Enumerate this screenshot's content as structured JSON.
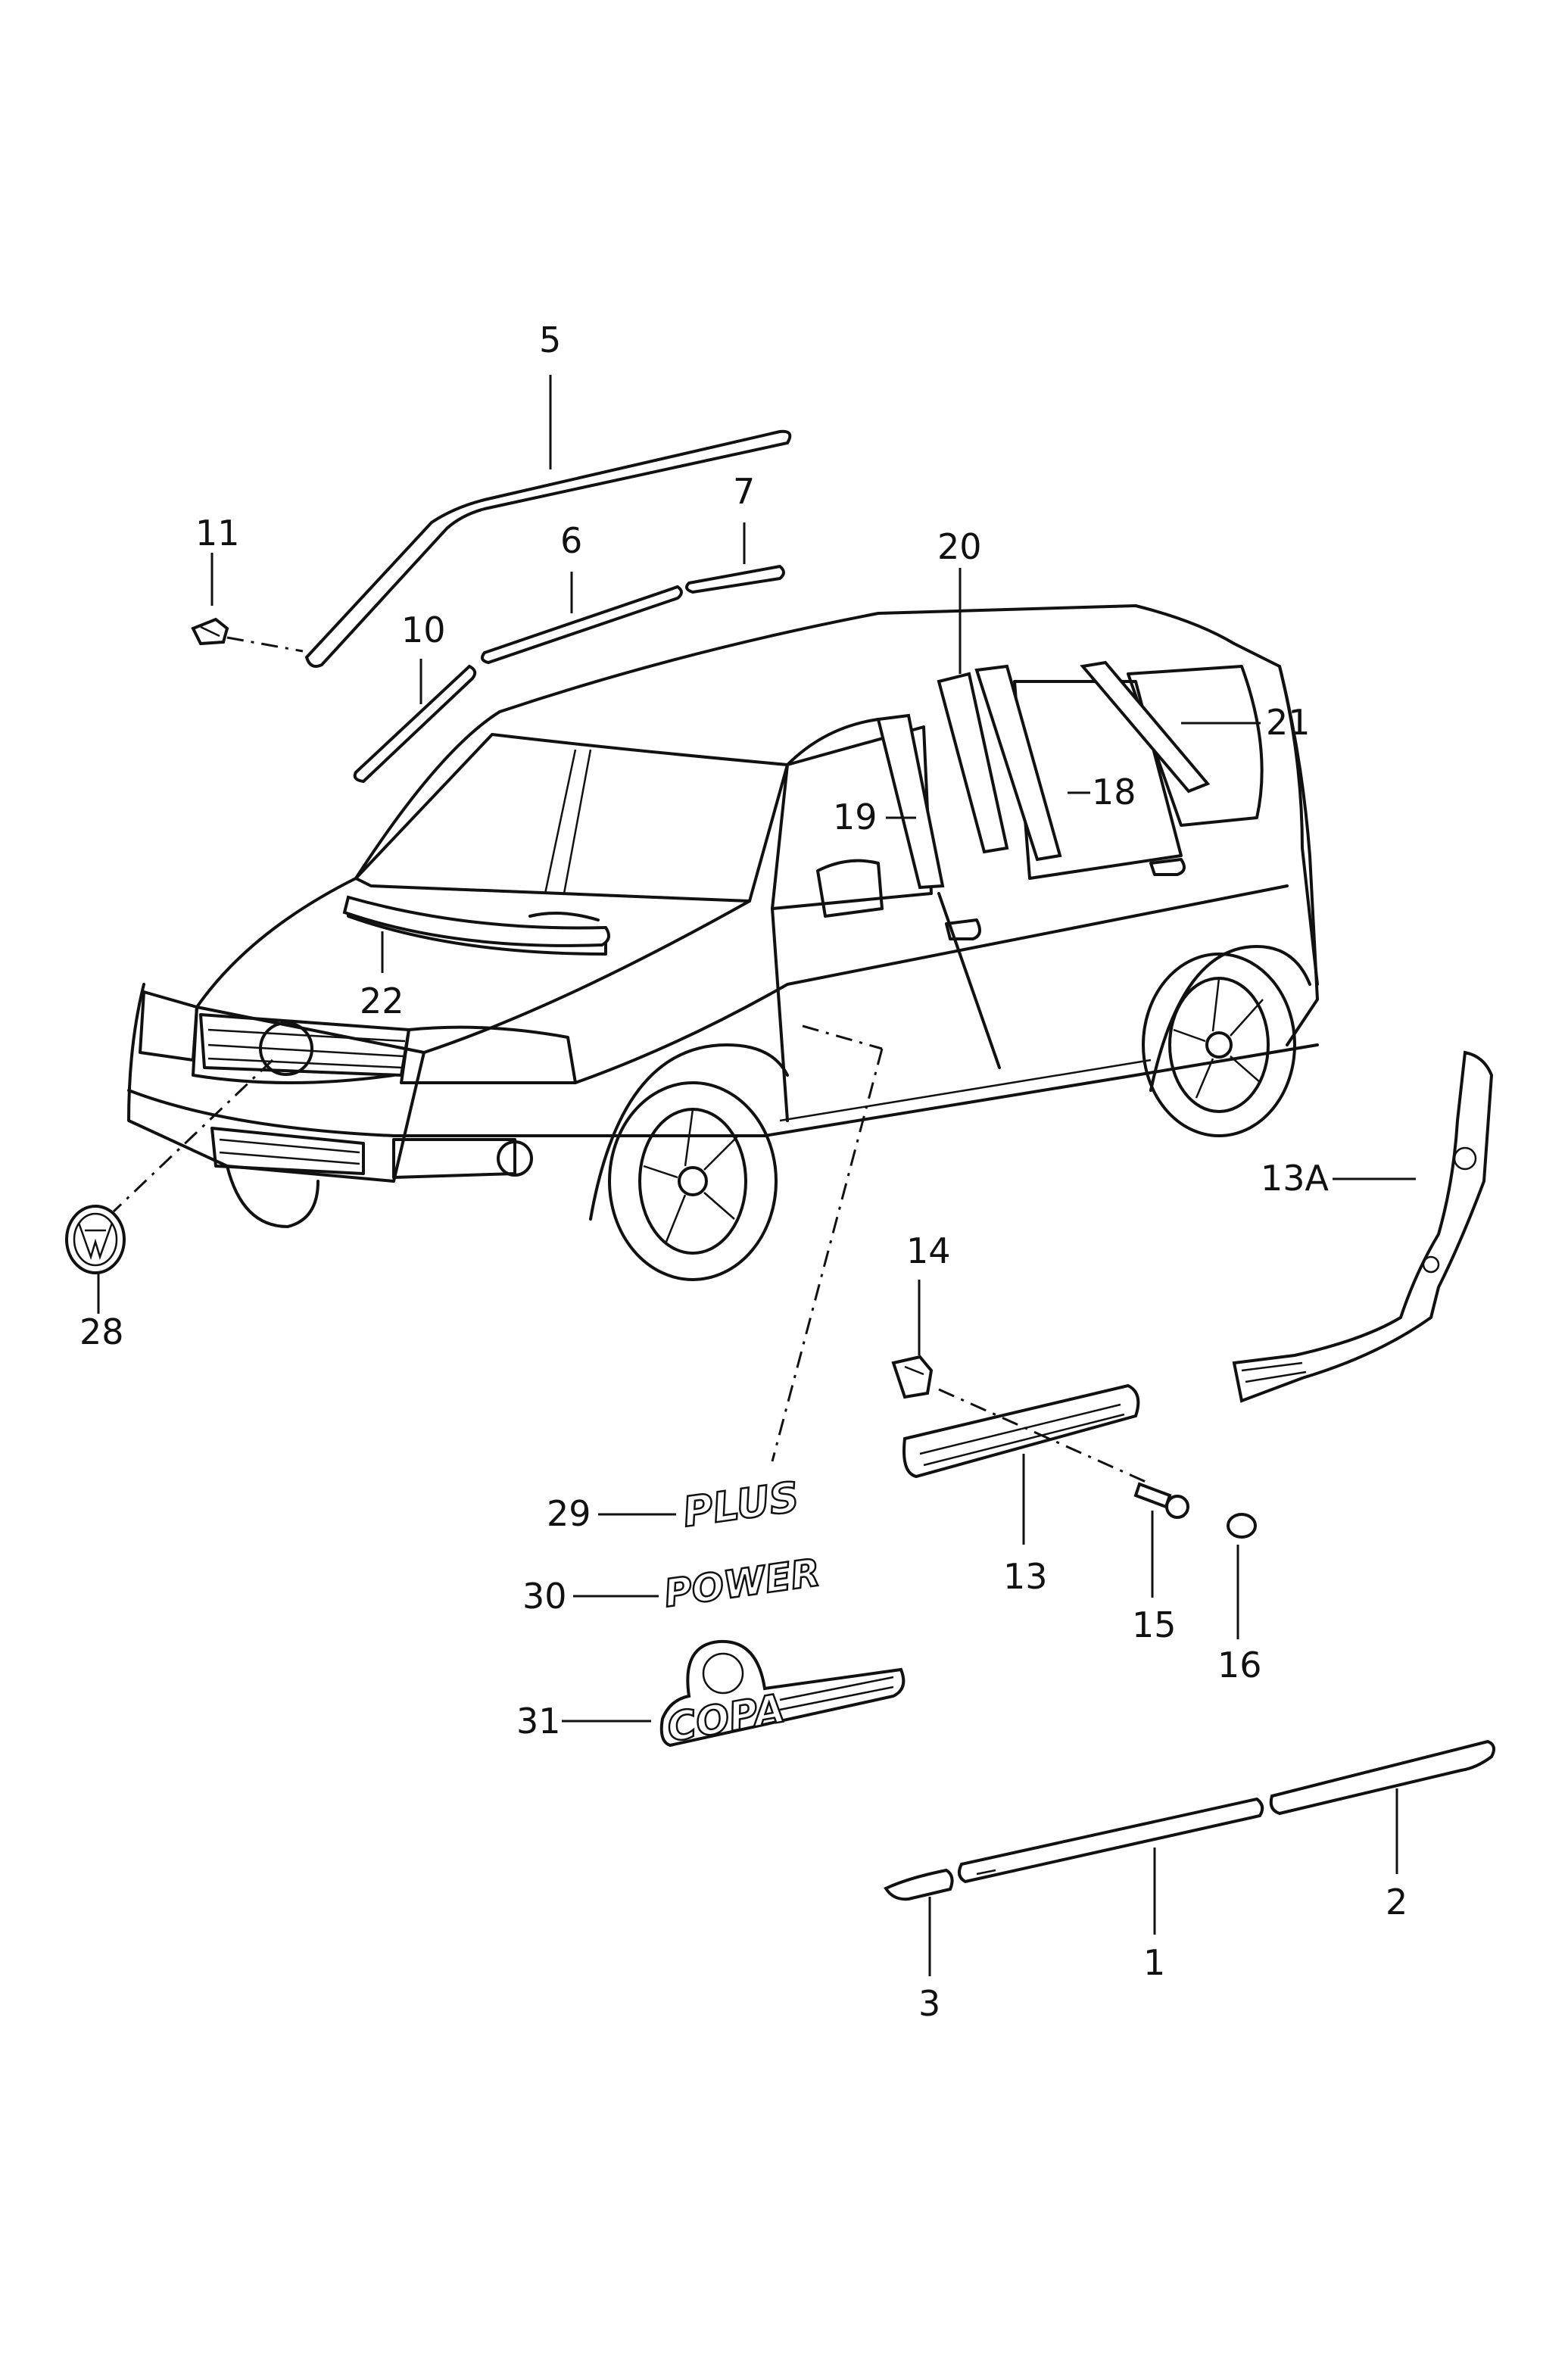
{
  "callouts": {
    "c1": "1",
    "c2": "2",
    "c3": "3",
    "c5": "5",
    "c6": "6",
    "c7": "7",
    "c10": "10",
    "c11": "11",
    "c13": "13",
    "c13a": "13A",
    "c14": "14",
    "c15": "15",
    "c16": "16",
    "c18": "18",
    "c19": "19",
    "c20": "20",
    "c21": "21",
    "c22": "22",
    "c28": "28",
    "c29": "29",
    "c30": "30",
    "c31": "31"
  },
  "emblems": {
    "plus": "PLUS",
    "power": "POWER",
    "copa": "COPA"
  },
  "icons": {
    "vw-logo": "vw-logo-icon",
    "clip": "clip-icon",
    "screw": "screw-icon",
    "cap": "cap-icon"
  }
}
